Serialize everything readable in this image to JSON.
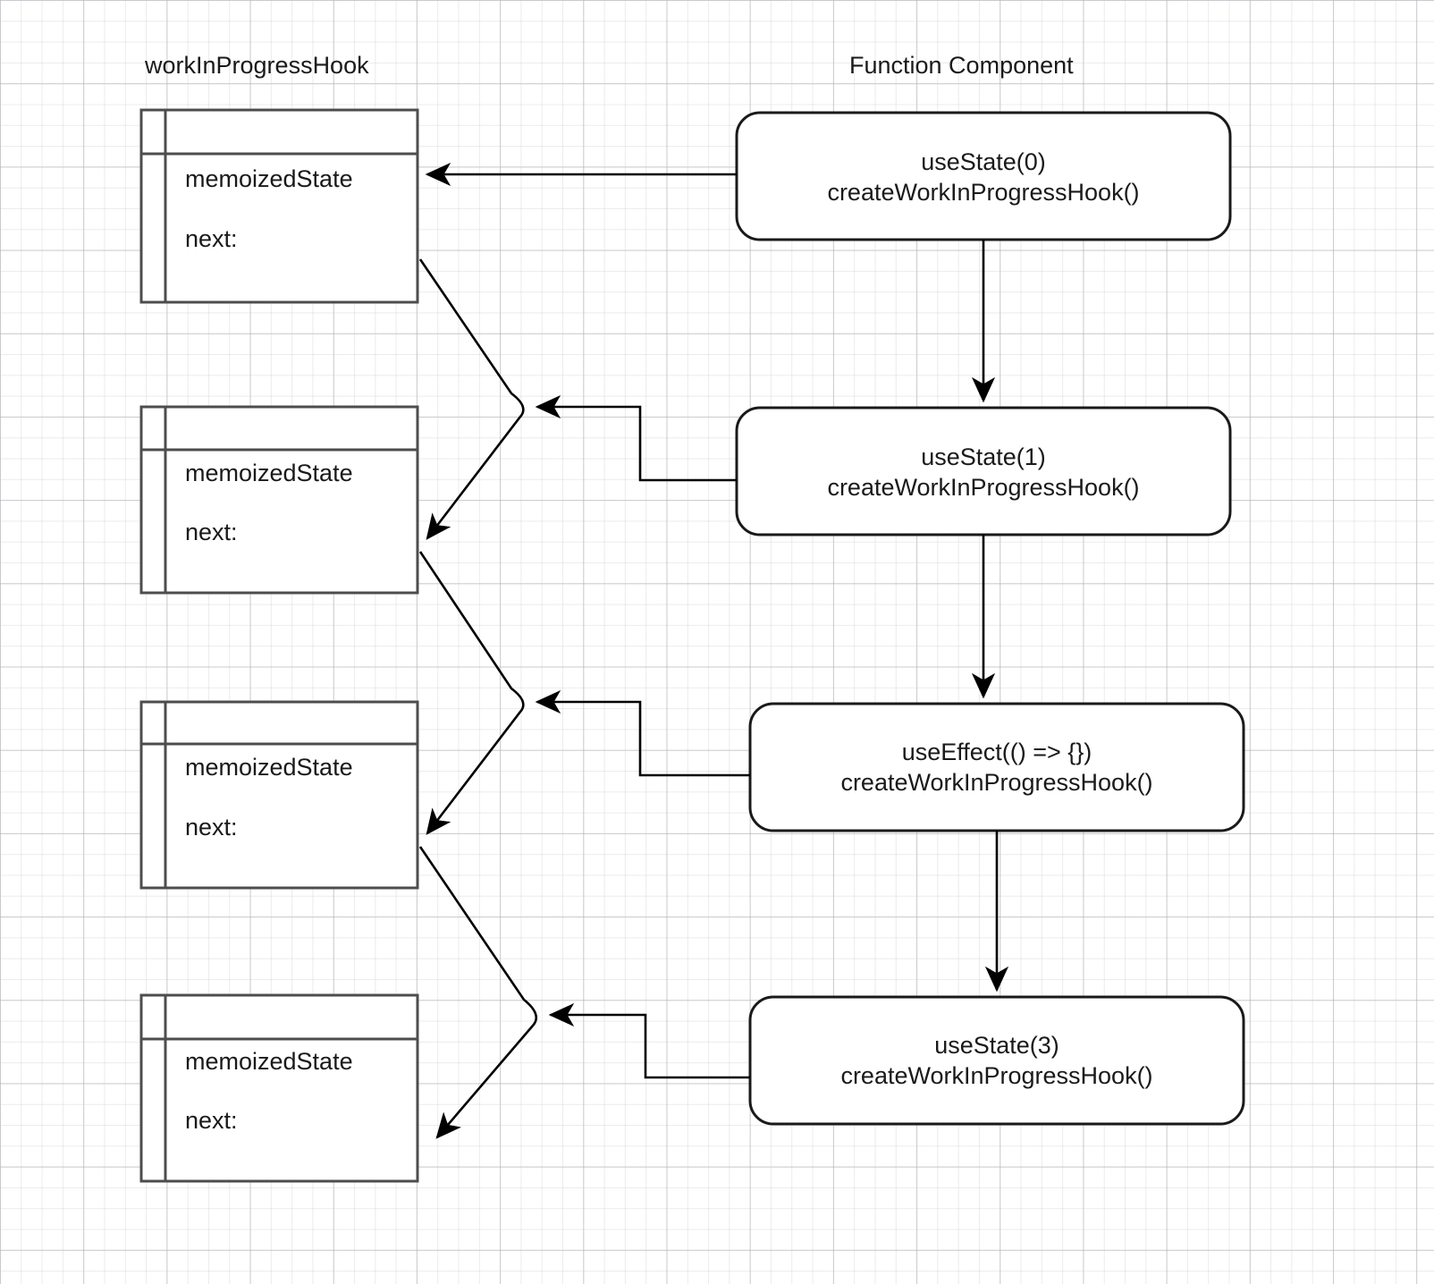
{
  "diagram": {
    "type": "flow-diagram",
    "titles": {
      "left": "workInProgressHook",
      "right": "Function Component"
    },
    "hook_nodes": [
      {
        "id": "hook-1",
        "memoized_label": "memoizedState",
        "next_label": "next:"
      },
      {
        "id": "hook-2",
        "memoized_label": "memoizedState",
        "next_label": "next:"
      },
      {
        "id": "hook-3",
        "memoized_label": "memoizedState",
        "next_label": "next:"
      },
      {
        "id": "hook-4",
        "memoized_label": "memoizedState",
        "next_label": "next:"
      }
    ],
    "call_nodes": [
      {
        "id": "call-1",
        "line1": "useState(0)",
        "line2": "createWorkInProgressHook()"
      },
      {
        "id": "call-2",
        "line1": "useState(1)",
        "line2": "createWorkInProgressHook()"
      },
      {
        "id": "call-3",
        "line1": "useEffect(() => {})",
        "line2": "createWorkInProgressHook()"
      },
      {
        "id": "call-4",
        "line1": "useState(3)",
        "line2": "createWorkInProgressHook()"
      }
    ],
    "colors": {
      "stroke": "#4d4d4d",
      "node_stroke": "#1a1a1a",
      "connector": "#000000",
      "background": "#ffffff",
      "grid_minor": "#bebec3",
      "grid_major": "#96969e"
    }
  }
}
